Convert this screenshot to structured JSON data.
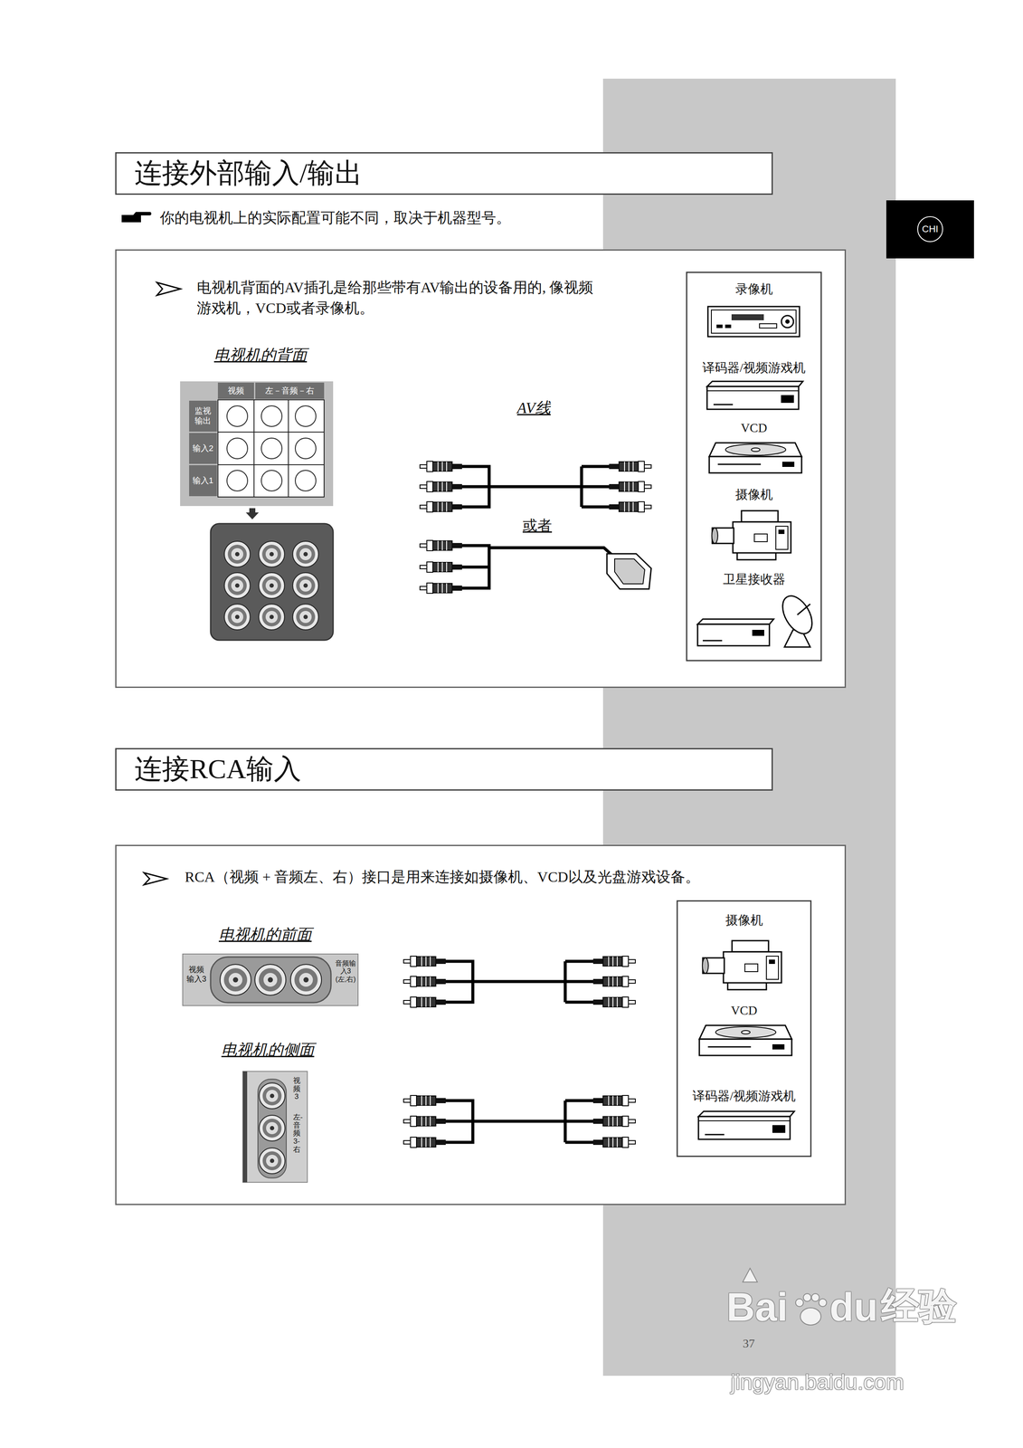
{
  "diagram": {
    "nodes": [
      {
        "text": [
          "连接外部输入/输出"
        ]
      },
      {
        "text": [
          "CHI"
        ]
      },
      {
        "text": [
          "电视机背面的AV插孔是给那些带有AV输出的设备用的, 像视频游戏机，VCD或者录像机。"
        ]
      },
      {
        "text": [
          "视频",
          "左－音频－右",
          "监视输出",
          "输入2",
          "输入1"
        ],
        "in": 2
      },
      {
        "text": [
          "录像机",
          "译码器/视频游戏机",
          "VCD",
          "摄像机",
          "卫星接收器"
        ],
        "in": 2
      },
      {
        "text": [
          "连接RCA输入"
        ]
      },
      {
        "text": [
          "RCA（视频 + 音频左、右）接口是用来连接如摄像机、VCD以及光盘游戏设备。"
        ]
      },
      {
        "text": [
          "视频输入3",
          "音频输入3 (左,右)"
        ],
        "in": 6
      },
      {
        "text": [
          "视频3",
          "左-音频3-右"
        ],
        "in": 6
      },
      {
        "text": [
          "摄像机",
          "VCD",
          "译码器/视频游戏机"
        ],
        "in": 6
      }
    ],
    "labels": [
      "你的电视机上的实际配置可能不同，取决于机器型号。",
      "电视机的背面",
      "AV线",
      "或者",
      "电视机的前面",
      "电视机的侧面",
      "37",
      "Bai",
      "du",
      "经验",
      "jingyan.baidu.com"
    ]
  }
}
